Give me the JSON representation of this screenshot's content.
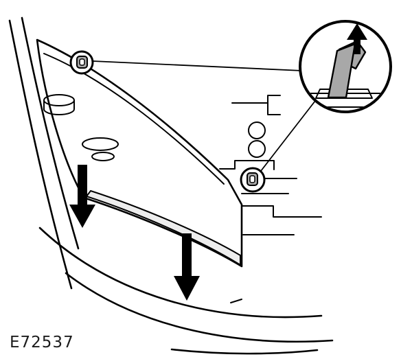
{
  "figure": {
    "label": "E72537"
  },
  "colors": {
    "background": "#ffffff",
    "line": "#000000",
    "panel_fill": "#c6c6c6",
    "panel_edge_fill": "#ededed",
    "clip_fill": "#a8a8a8",
    "arrow_fill": "#000000",
    "callout_fill": "#ffffff"
  },
  "elements": [
    "fascia-contour-lines",
    "trim-panel",
    "panel-recess-bosses",
    "clip-top-circled",
    "clip-side-circled",
    "magnifier-callout-circle",
    "clip-detail-in-slot",
    "up-arrow",
    "down-arrow-left",
    "down-arrow-right",
    "mounting-bracket-lines",
    "figure-label"
  ]
}
